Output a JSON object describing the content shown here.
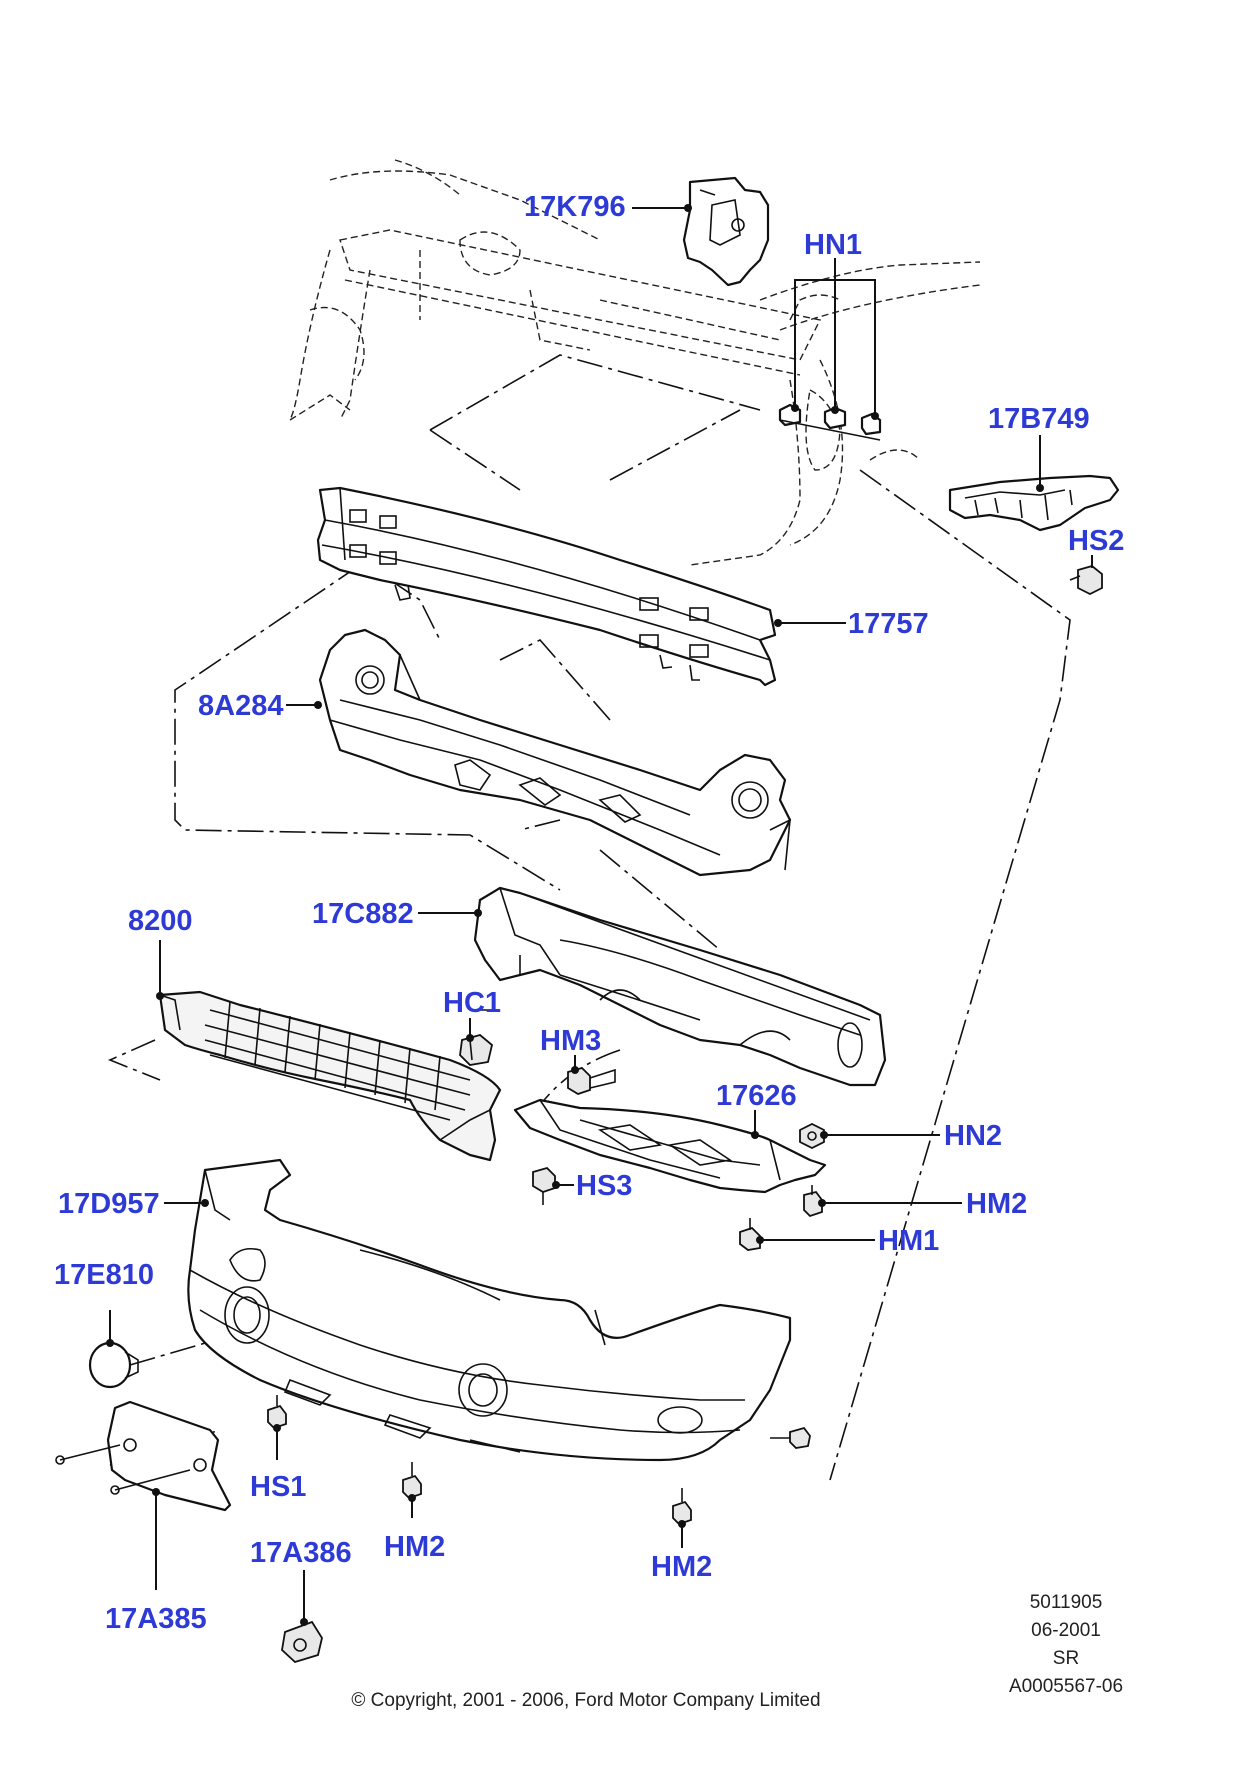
{
  "labels": {
    "p17K796": "17K796",
    "pHN1": "HN1",
    "p17B749": "17B749",
    "pHS2": "HS2",
    "p17757": "17757",
    "p8A284": "8A284",
    "p8200": "8200",
    "p17C882": "17C882",
    "pHC1": "HC1",
    "pHM3": "HM3",
    "p17626": "17626",
    "pHN2": "HN2",
    "p17D957": "17D957",
    "pHS3": "HS3",
    "pHM2a": "HM2",
    "pHM1": "HM1",
    "p17E810": "17E810",
    "pHS1": "HS1",
    "pHM2b": "HM2",
    "pHM2c": "HM2",
    "p17A386": "17A386",
    "p17A385": "17A385"
  },
  "footer": {
    "ref_number": "5011905",
    "date": "06-2001",
    "code": "SR",
    "illustration_id": "A0005567-06",
    "copyright": "© Copyright, 2001 - 2006, Ford Motor Company Limited"
  },
  "colors": {
    "label": "#2e3ad6",
    "line": "#111111"
  }
}
